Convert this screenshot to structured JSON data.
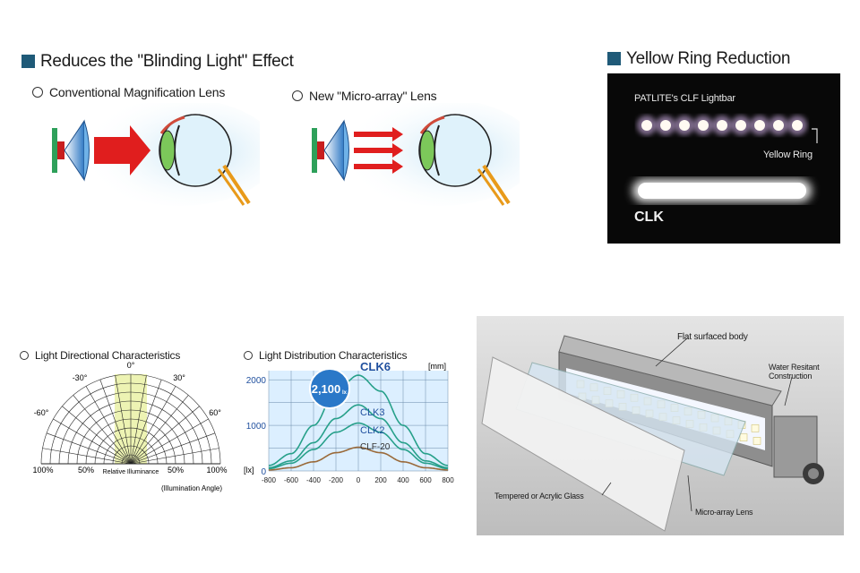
{
  "blinding": {
    "heading": "Reduces the \"Blinding Light\" Effect",
    "conventional_label": "Conventional Magnification Lens",
    "new_label": "New \"Micro-array\" Lens"
  },
  "yellow_ring": {
    "heading": "Yellow Ring Reduction",
    "clf_label": "PATLITE's CLF Lightbar",
    "ring_label": "Yellow Ring",
    "clk_label": "CLK"
  },
  "directional": {
    "title": "Light Directional Characteristics",
    "angles": [
      "0°",
      "-30°",
      "30°",
      "-60°",
      "60°"
    ],
    "axis_ticks": [
      "100%",
      "50%",
      "50%",
      "100%"
    ],
    "center_label": "Relative Illuminance",
    "footnote": "(Illumination Angle)"
  },
  "distribution": {
    "title": "Light Distribution Characteristics",
    "unit_x": "[mm]",
    "unit_y": "[lx]",
    "y_ticks": [
      "2000",
      "1000",
      "0"
    ],
    "x_ticks": [
      "-800",
      "-600",
      "-400",
      "-200",
      "0",
      "200",
      "400",
      "600",
      "800"
    ],
    "badge": "2,100",
    "badge_suffix": "lx",
    "series_labels": [
      "CLK6",
      "CLK3",
      "CLK2",
      "CLF-20"
    ]
  },
  "product": {
    "flat_body": "Flat surfaced body",
    "water_1": "Water Resitant",
    "water_2": "Construction",
    "glass": "Tempered or Acrylic Glass",
    "lens": "Micro-array Lens"
  },
  "chart_data": {
    "type": "line",
    "title": "Light Distribution Characteristics",
    "xlabel": "[mm]",
    "ylabel": "[lx]",
    "xlim": [
      -800,
      800
    ],
    "ylim": [
      0,
      2200
    ],
    "x": [
      -800,
      -600,
      -400,
      -200,
      0,
      200,
      400,
      600,
      800
    ],
    "series": [
      {
        "name": "CLK6",
        "values": [
          120,
          380,
          1000,
          1750,
          2100,
          1750,
          1000,
          380,
          120
        ],
        "color": "#27a08a"
      },
      {
        "name": "CLK3",
        "values": [
          70,
          220,
          620,
          1150,
          1450,
          1150,
          620,
          220,
          70
        ],
        "color": "#27a08a"
      },
      {
        "name": "CLK2",
        "values": [
          50,
          170,
          470,
          850,
          1050,
          850,
          470,
          170,
          50
        ],
        "color": "#27a08a"
      },
      {
        "name": "CLF-20",
        "values": [
          20,
          70,
          200,
          400,
          520,
          400,
          200,
          70,
          20
        ],
        "color": "#9a6a3a"
      }
    ]
  }
}
